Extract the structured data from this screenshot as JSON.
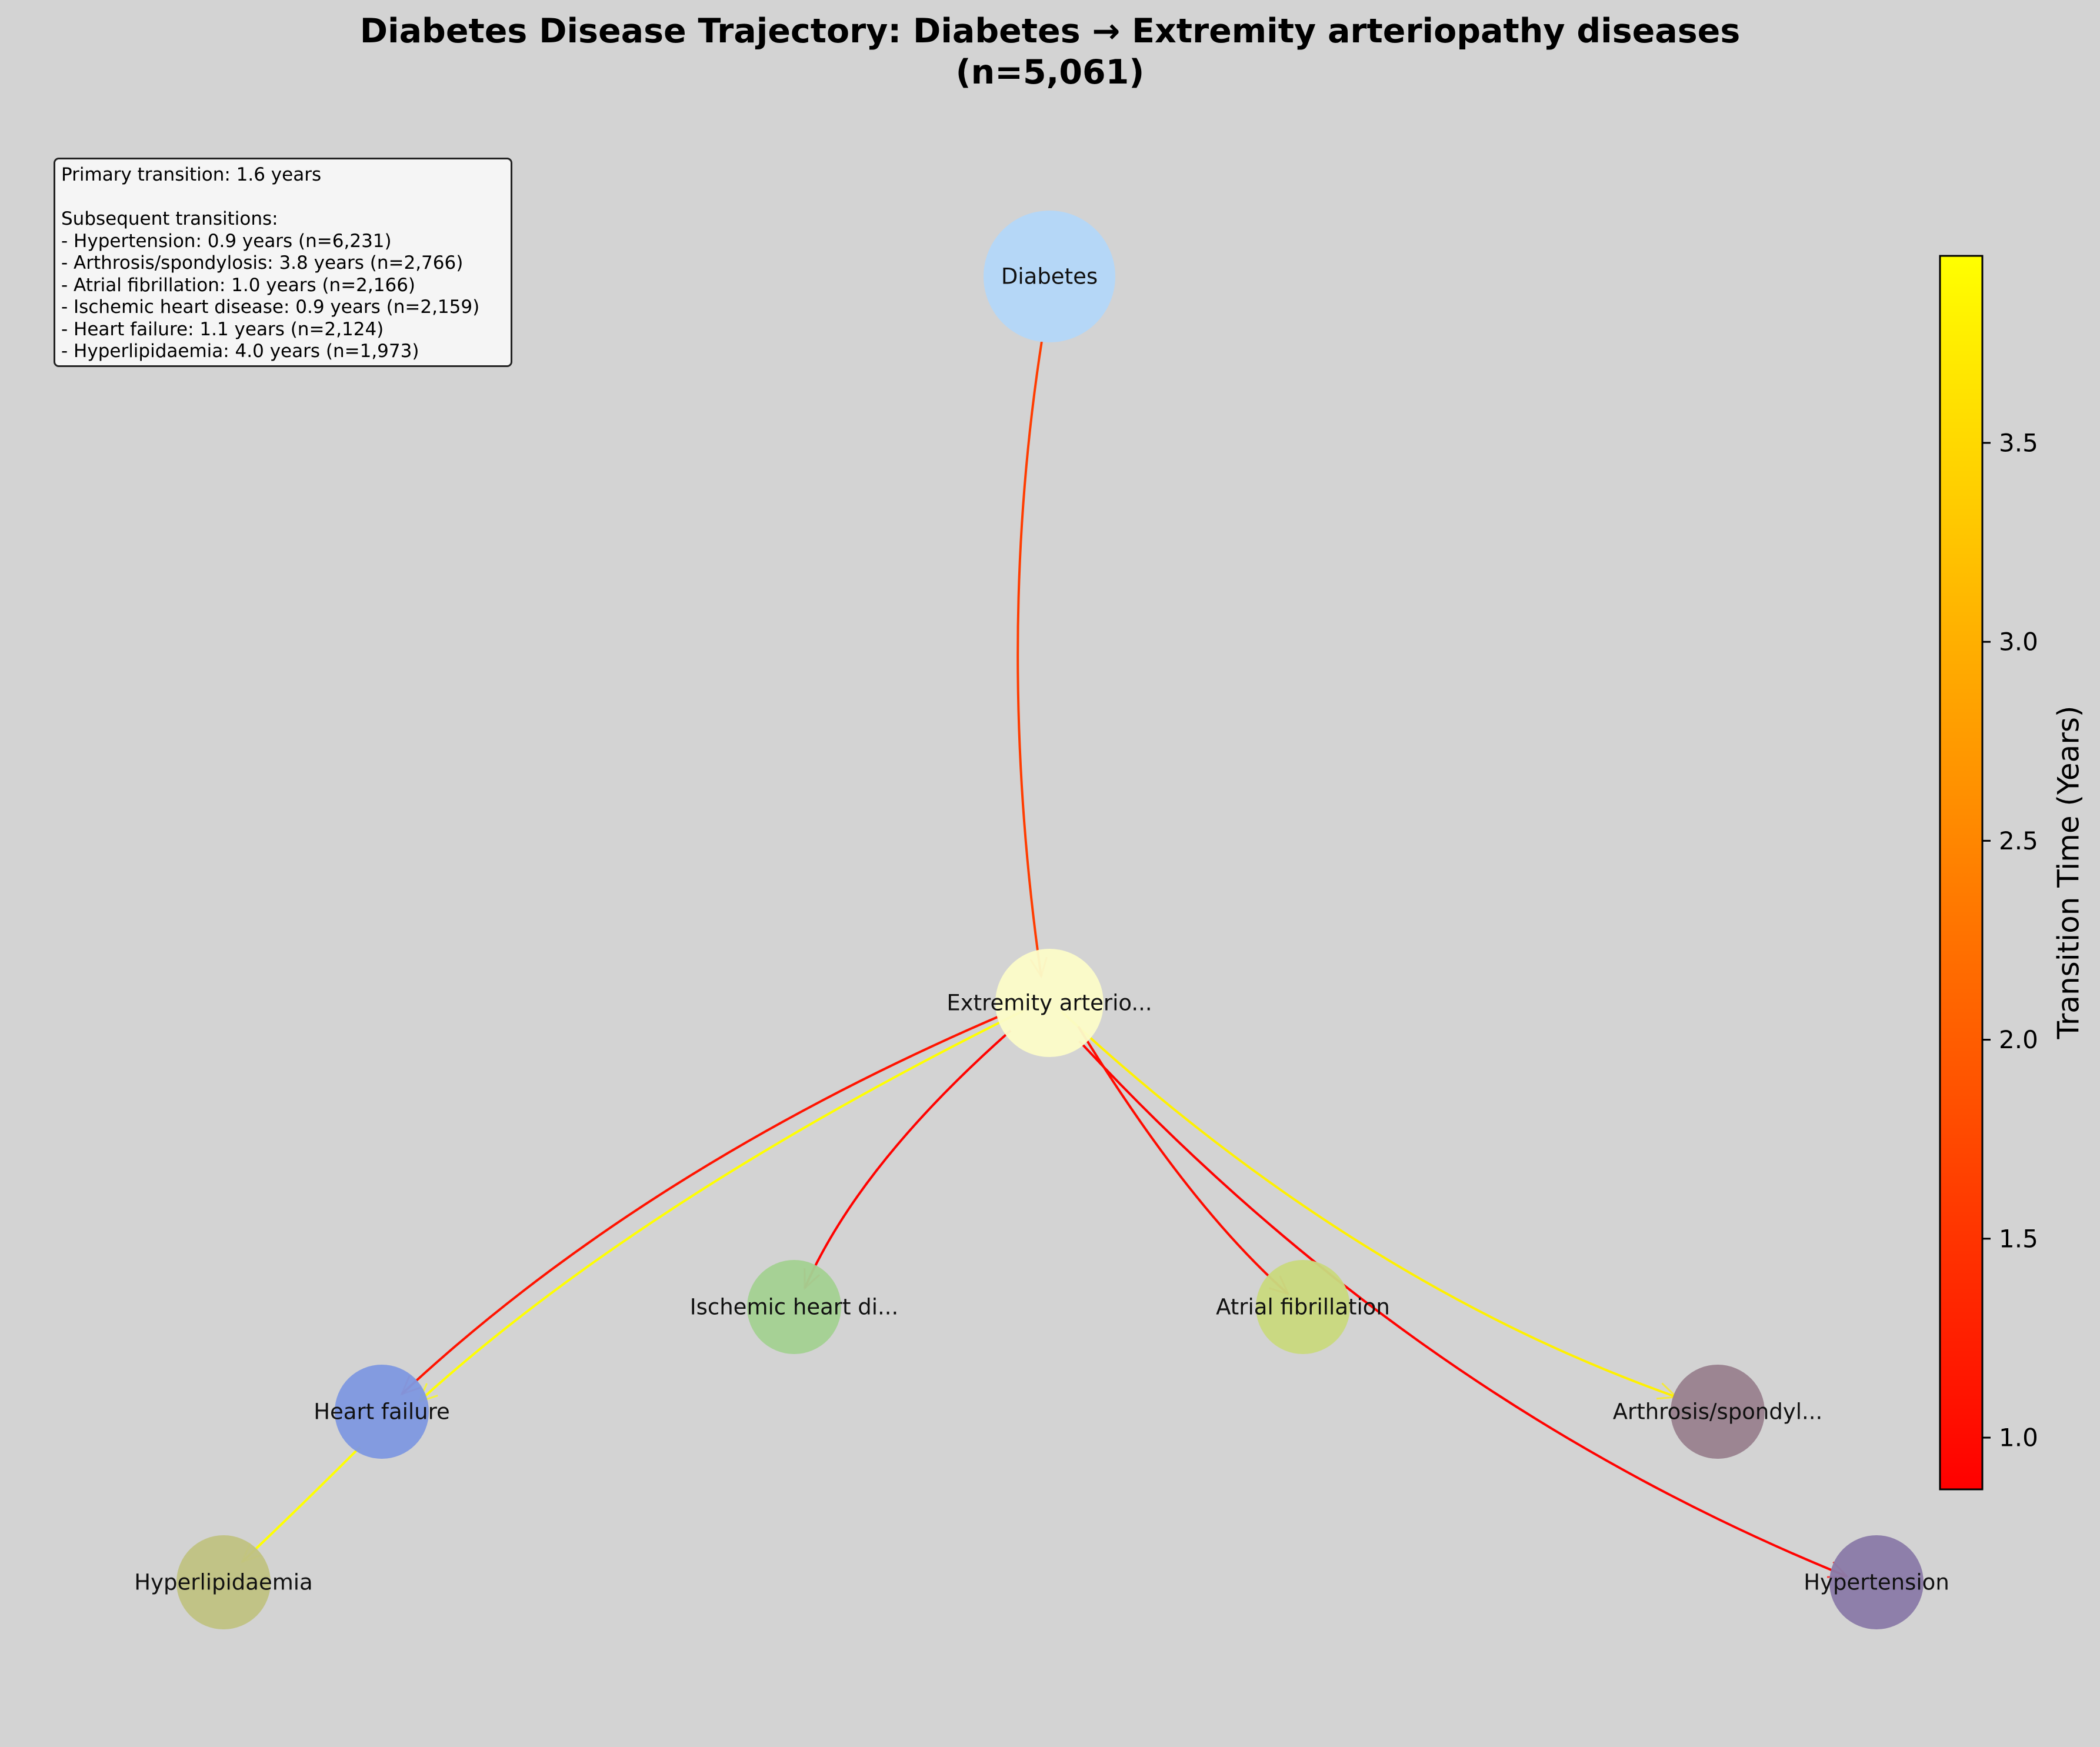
{
  "title": {
    "line1": "Diabetes Disease Trajectory: Diabetes → Extremity arteriopathy diseases",
    "line2": "(n=5,061)"
  },
  "info_box": {
    "primary": "Primary transition: 1.6 years",
    "subsequent_header": "Subsequent transitions:",
    "lines": [
      "- Hypertension: 0.9 years (n=6,231)",
      "- Arthrosis/spondylosis: 3.8 years (n=2,766)",
      "- Atrial fibrillation: 1.0 years (n=2,166)",
      "- Ischemic heart disease: 0.9 years (n=2,159)",
      "- Heart failure: 1.1 years (n=2,124)",
      "- Hyperlipidaemia: 4.0 years (n=1,973)"
    ]
  },
  "nodes": [
    {
      "id": "diabetes",
      "label": "Diabetes",
      "color": "#b3d6f8"
    },
    {
      "id": "extremity",
      "label": "Extremity arterio...",
      "color": "#fbfbc8"
    },
    {
      "id": "ischemic",
      "label": "Ischemic heart di...",
      "color": "#a3d092"
    },
    {
      "id": "atrial",
      "label": "Atrial fibrillation",
      "color": "#c9d87e"
    },
    {
      "id": "heart_failure",
      "label": "Heart failure",
      "color": "#7f98e0"
    },
    {
      "id": "arthrosis",
      "label": "Arthrosis/spondyl...",
      "color": "#99818f"
    },
    {
      "id": "hyperlipidaemia",
      "label": "Hyperlipidaemia",
      "color": "#bfc282"
    },
    {
      "id": "hypertension",
      "label": "Hypertension",
      "color": "#8a7ba8"
    }
  ],
  "edges": [
    {
      "from": "diabetes",
      "to": "extremity",
      "years": 1.6
    },
    {
      "from": "extremity",
      "to": "hypertension",
      "years": 0.9
    },
    {
      "from": "extremity",
      "to": "arthrosis",
      "years": 3.8
    },
    {
      "from": "extremity",
      "to": "atrial",
      "years": 1.0
    },
    {
      "from": "extremity",
      "to": "ischemic",
      "years": 0.9
    },
    {
      "from": "extremity",
      "to": "heart_failure",
      "years": 1.1
    },
    {
      "from": "extremity",
      "to": "heart_failure",
      "years": 4.0
    },
    {
      "from": "heart_failure",
      "to": "hyperlipidaemia",
      "years": 4.0
    }
  ],
  "colorbar": {
    "label": "Transition Time (Years)",
    "min": 0.87,
    "max": 3.97,
    "ticks": [
      1.0,
      1.5,
      2.0,
      2.5,
      3.0,
      3.5
    ],
    "colormap": "autumn"
  }
}
